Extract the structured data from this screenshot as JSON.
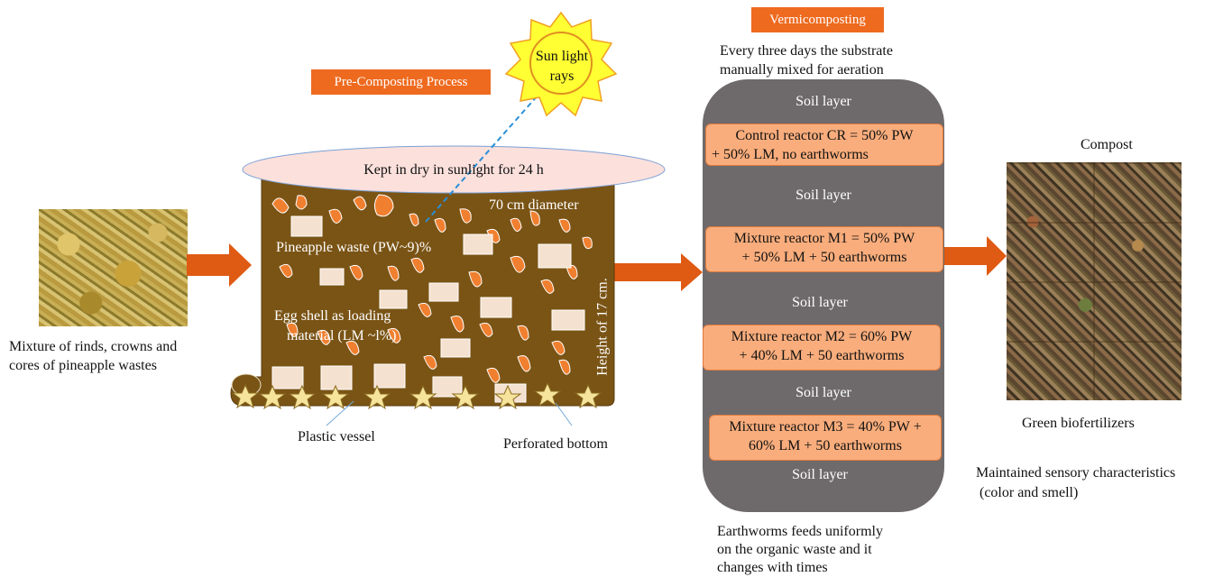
{
  "raw_material": {
    "caption": "Mixture of rinds, crowns and cores of pineapple wastes"
  },
  "precomposting": {
    "title": "Pre-Composting Process",
    "lid_text": "Kept in dry in sunlight for 24 h",
    "diameter": "70 cm diameter",
    "pineapple_waste": "Pineapple waste (PW~9)%",
    "egg_shell_line1": "Egg shell as loading",
    "egg_shell_line2": "material (LM ~l%)",
    "height": "Height of 17 cm.",
    "plastic_vessel": "Plastic vessel",
    "perforated_bottom": "Perforated bottom"
  },
  "sun": {
    "line1": "Sun light",
    "line2": "rays"
  },
  "vermicomposting": {
    "title": "Vermicomposting",
    "note_line1": "Every three days the substrate",
    "note_line2": "manually mixed for aeration",
    "soil_layer": "Soil layer",
    "reactors": [
      {
        "line1": "Control reactor CR = 50% PW",
        "line2": "+ 50% LM, no earthworms"
      },
      {
        "line1": "Mixture reactor M1 = 50% PW",
        "line2": "+ 50% LM + 50 earthworms"
      },
      {
        "line1": "Mixture reactor M2 = 60% PW",
        "line2": "+ 40% LM + 50 earthworms"
      },
      {
        "line1": "Mixture reactor M3 = 40% PW +",
        "line2": "60% LM + 50 earthworms"
      }
    ],
    "footer_line1": "Earthworms feeds uniformly",
    "footer_line2": "on the organic waste and it",
    "footer_line3": "changes with times"
  },
  "output": {
    "title": "Compost",
    "subtitle": "Green biofertilizers",
    "note_line1": "Maintained sensory characteristics",
    "note_line2": "(color and smell)"
  },
  "colors": {
    "arrow": "#df5a12",
    "tag": "#ee6a1f",
    "vessel": "#7a5415",
    "reactor": "#6e6a6c",
    "reactor_box": "#f9ad7c",
    "sun": "#ffff33",
    "lid": "#fbe0dc"
  }
}
